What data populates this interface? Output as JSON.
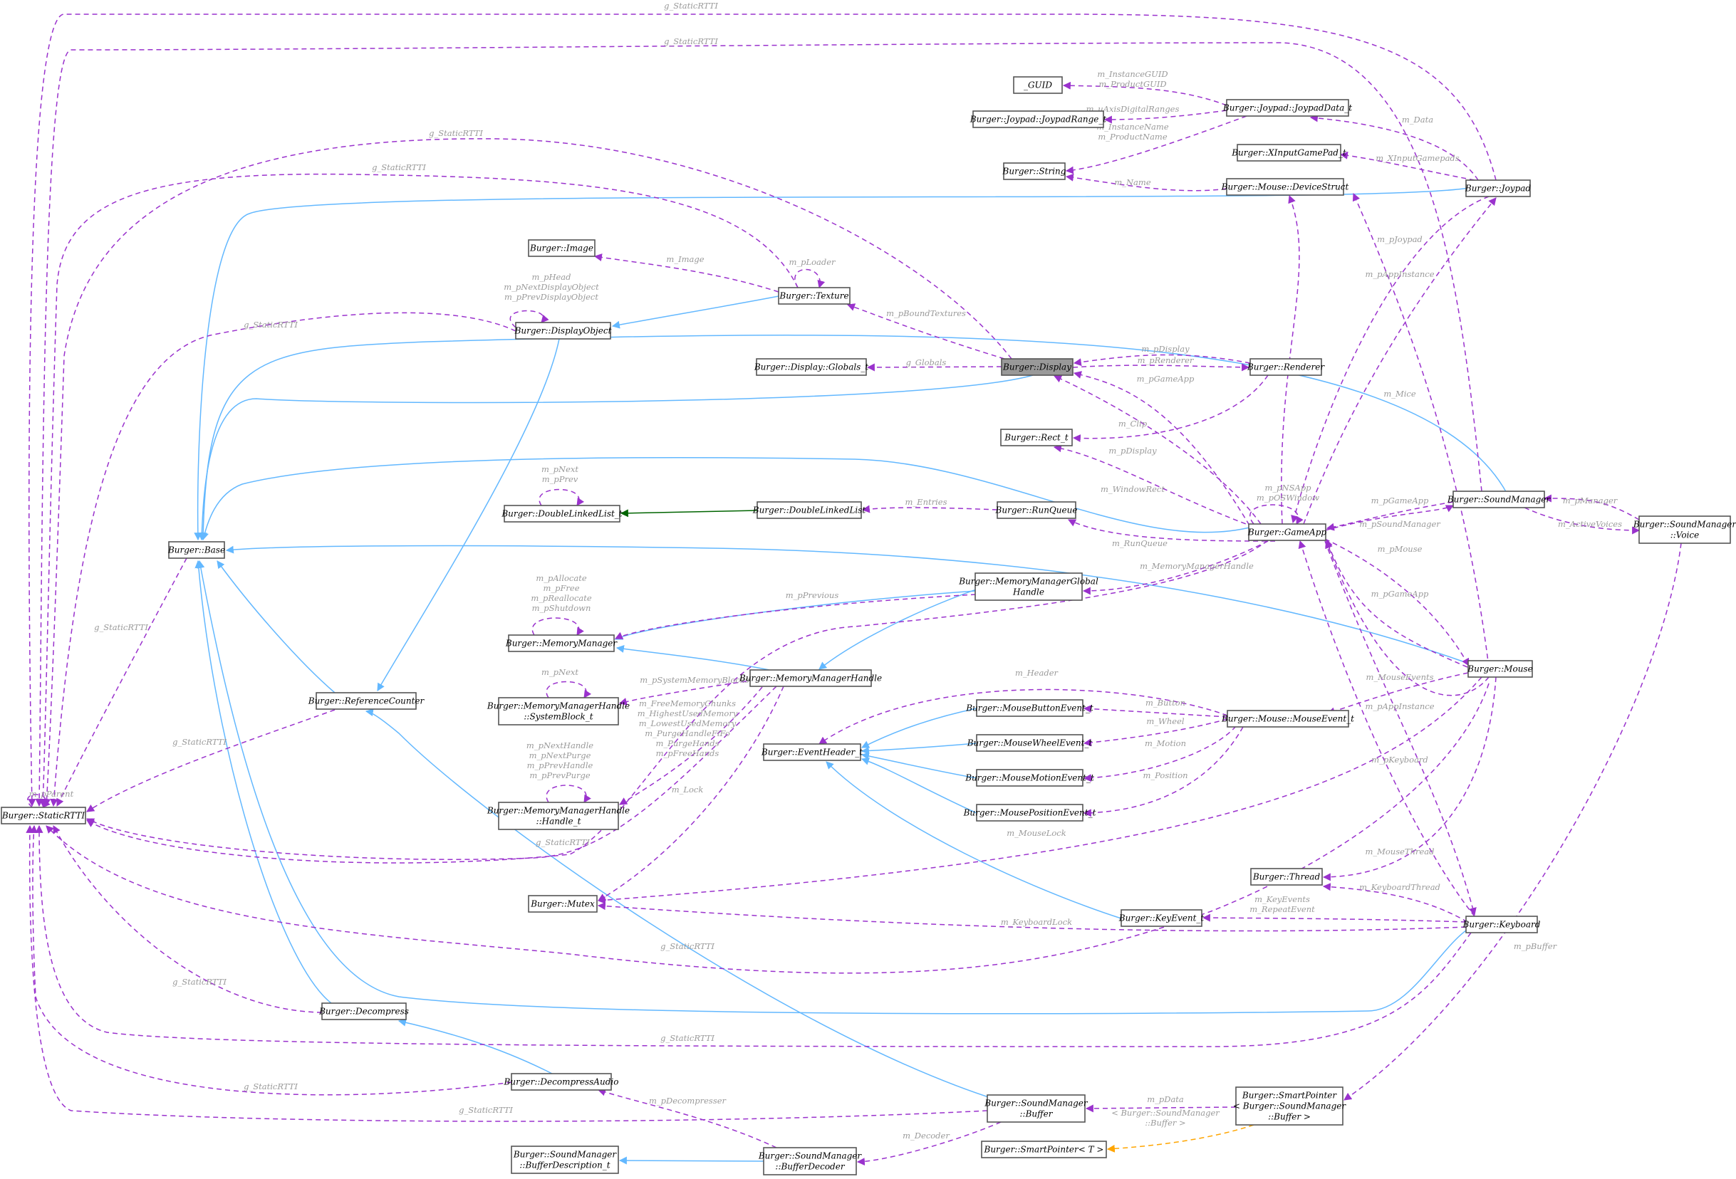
{
  "nodes": {
    "staticrtti": {
      "lines": [
        "Burger::StaticRTTI"
      ]
    },
    "base": {
      "lines": [
        "Burger::Base"
      ]
    },
    "refcounter": {
      "lines": [
        "Burger::ReferenceCounter"
      ]
    },
    "decompress": {
      "lines": [
        "Burger::Decompress"
      ]
    },
    "decompressaudio": {
      "lines": [
        "Burger::DecompressAudio"
      ]
    },
    "displayobject": {
      "lines": [
        "Burger::DisplayObject"
      ]
    },
    "image": {
      "lines": [
        "Burger::Image"
      ]
    },
    "texture": {
      "lines": [
        "Burger::Texture"
      ]
    },
    "display": {
      "lines": [
        "Burger::Display"
      ]
    },
    "displayglobals": {
      "lines": [
        "Burger::Display::Globals_t"
      ]
    },
    "renderer": {
      "lines": [
        "Burger::Renderer"
      ]
    },
    "rect": {
      "lines": [
        "Burger::Rect_t"
      ]
    },
    "guid": {
      "lines": [
        "_GUID"
      ]
    },
    "joypadrange": {
      "lines": [
        "Burger::Joypad::JoypadRange_t"
      ]
    },
    "joypaddata": {
      "lines": [
        "Burger::Joypad::JoypadData_t"
      ]
    },
    "xinput": {
      "lines": [
        "Burger::XInputGamePad_t"
      ]
    },
    "string": {
      "lines": [
        "Burger::String"
      ]
    },
    "devicestruct": {
      "lines": [
        "Burger::Mouse::DeviceStruct"
      ]
    },
    "joypad": {
      "lines": [
        "Burger::Joypad"
      ]
    },
    "dll_t": {
      "lines": [
        "Burger::DoubleLinkedList_t"
      ]
    },
    "dll": {
      "lines": [
        "Burger::DoubleLinkedList"
      ]
    },
    "runqueue": {
      "lines": [
        "Burger::RunQueue"
      ]
    },
    "gameapp": {
      "lines": [
        "Burger::GameApp"
      ]
    },
    "soundmanager": {
      "lines": [
        "Burger::SoundManager"
      ]
    },
    "voice": {
      "lines": [
        "Burger::SoundManager",
        "::Voice"
      ]
    },
    "memmgr": {
      "lines": [
        "Burger::MemoryManager"
      ]
    },
    "mmgh": {
      "lines": [
        "Burger::MemoryManagerGlobal",
        "Handle"
      ]
    },
    "mmh": {
      "lines": [
        "Burger::MemoryManagerHandle"
      ]
    },
    "mmh_sys": {
      "lines": [
        "Burger::MemoryManagerHandle",
        "::SystemBlock_t"
      ]
    },
    "mmh_h": {
      "lines": [
        "Burger::MemoryManagerHandle",
        "::Handle_t"
      ]
    },
    "eventheader": {
      "lines": [
        "Burger::EventHeader_t"
      ]
    },
    "mousebutton": {
      "lines": [
        "Burger::MouseButtonEvent_t"
      ]
    },
    "mousewheel": {
      "lines": [
        "Burger::MouseWheelEvent_t"
      ]
    },
    "mousemotion": {
      "lines": [
        "Burger::MouseMotionEvent_t"
      ]
    },
    "mouseposition": {
      "lines": [
        "Burger::MousePositionEvent_t"
      ]
    },
    "mouseevents": {
      "lines": [
        "Burger::Mouse::MouseEvent_t"
      ]
    },
    "mouse": {
      "lines": [
        "Burger::Mouse"
      ]
    },
    "thread": {
      "lines": [
        "Burger::Thread"
      ]
    },
    "mutex": {
      "lines": [
        "Burger::Mutex"
      ]
    },
    "keyevent": {
      "lines": [
        "Burger::KeyEvent_t"
      ]
    },
    "keyboard": {
      "lines": [
        "Burger::Keyboard"
      ]
    },
    "smbuffer": {
      "lines": [
        "Burger::SoundManager",
        "::Buffer"
      ]
    },
    "smartptrbuf": {
      "lines": [
        "Burger::SmartPointer",
        "< Burger::SoundManager",
        "::Buffer >"
      ]
    },
    "smartptr": {
      "lines": [
        "Burger::SmartPointer< T >"
      ]
    },
    "bufdesc": {
      "lines": [
        "Burger::SoundManager",
        "::BufferDescription_t"
      ]
    },
    "bufdecoder": {
      "lines": [
        "Burger::SoundManager",
        "::BufferDecoder"
      ]
    }
  },
  "edge_labels": {
    "rtti_top1": [
      "g_StaticRTTI"
    ],
    "rtti_top2": [
      "g_StaticRTTI"
    ],
    "rtti_texture": [
      "g_StaticRTTI"
    ],
    "rtti_display": [
      "g_StaticRTTI"
    ],
    "rtti_dobj": [
      "g_StaticRTTI"
    ],
    "rtti_base": [
      "g_StaticRTTI"
    ],
    "rtti_ref": [
      "g_StaticRTTI"
    ],
    "rtti_self": [
      "m_pParent"
    ],
    "rtti_mmh": [
      "g_StaticRTTI"
    ],
    "rtti_gameapp": [
      "g_StaticRTTI"
    ],
    "rtti_decomp": [
      "g_StaticRTTI"
    ],
    "rtti_keyboard": [
      "g_StaticRTTI"
    ],
    "rtti_decaudio": [
      "g_StaticRTTI"
    ],
    "rtti_buffer": [
      "g_StaticRTTI"
    ],
    "guid": [
      "m_InstanceGUID",
      "m_ProductGUID"
    ],
    "range": [
      "m_uAxisDigitalRanges"
    ],
    "jpstring": [
      "m_InstanceName",
      "m_ProductName"
    ],
    "jpdata": [
      "m_Data"
    ],
    "xinput": [
      "m_XInputGamepads"
    ],
    "devname": [
      "m_Name"
    ],
    "image": [
      "m_Image"
    ],
    "ploader": [
      "m_pLoader"
    ],
    "dobj_self": [
      "m_pHead",
      "m_pNextDisplayObject",
      "m_pPrevDisplayObject"
    ],
    "boundtex": [
      "m_pBoundTextures"
    ],
    "globals": [
      "g_Globals"
    ],
    "pdisplay_r": [
      "m_pDisplay"
    ],
    "prenderer": [
      "m_pRenderer"
    ],
    "pgameapp_d": [
      "m_pGameApp"
    ],
    "clip": [
      "m_Clip"
    ],
    "pdisplay_g": [
      "m_pDisplay"
    ],
    "windowrect": [
      "m_WindowRect"
    ],
    "gameapp_self": [
      "m_pNSApp",
      "m_pOSWindow"
    ],
    "pjoypad": [
      "m_pJoypad"
    ],
    "pappinst": [
      "m_pAppInstance"
    ],
    "mice": [
      "m_Mice"
    ],
    "dll_self": [
      "m_pNext",
      "m_pPrev"
    ],
    "entries": [
      "m_Entries"
    ],
    "runqueue": [
      "m_RunQueue"
    ],
    "pgameapp_s": [
      "m_pGameApp"
    ],
    "psoundmgr": [
      "m_pSoundManager"
    ],
    "pmanager": [
      "m_pManager"
    ],
    "activevoices": [
      "m_ActiveVoices"
    ],
    "mmhandle": [
      "m_MemoryManagerHandle"
    ],
    "pmouse": [
      "m_pMouse"
    ],
    "pgameapp_m": [
      "m_pGameApp"
    ],
    "mm_self": [
      "m_pAllocate",
      "m_pFree",
      "m_pReallocate",
      "m_pShutdown"
    ],
    "pprevious": [
      "m_pPrevious"
    ],
    "sys_self": [
      "m_pNext"
    ],
    "psysblocks": [
      "m_pSystemMemoryBlocks"
    ],
    "h_self": [
      "m_pNextHandle",
      "m_pNextPurge",
      "m_pPrevHandle",
      "m_pPrevPurge"
    ],
    "handles": [
      "m_FreeMemoryChunks",
      "m_HighestUsedMemory",
      "m_LowestUsedMemory",
      "m_PurgeHandleFiFo",
      "m_PurgeHands",
      "m_pFreeHands"
    ],
    "mmh_lock": [
      "m_Lock"
    ],
    "header": [
      "m_Header"
    ],
    "button": [
      "m_Button"
    ],
    "wheel": [
      "m_Wheel"
    ],
    "motion": [
      "m_Motion"
    ],
    "position": [
      "m_Position"
    ],
    "mouseevents": [
      "m_MouseEvents"
    ],
    "pappinst_m": [
      "m_pAppInstance"
    ],
    "mouselock": [
      "m_MouseLock"
    ],
    "mousethread": [
      "m_MouseThread"
    ],
    "pkeyboard": [
      "m_pKeyboard"
    ],
    "keyboardthread": [
      "m_KeyboardThread"
    ],
    "keyevents": [
      "m_KeyEvents",
      "m_RepeatEvent"
    ],
    "keyboardlock": [
      "m_KeyboardLock"
    ],
    "pbuffer": [
      "m_pBuffer"
    ],
    "pdata": [
      "m_pData"
    ],
    "tmpl": [
      "< Burger::SoundManager",
      "::Buffer >"
    ],
    "pdecompresser": [
      "m_pDecompresser"
    ],
    "decoder": [
      "m_Decoder"
    ]
  }
}
